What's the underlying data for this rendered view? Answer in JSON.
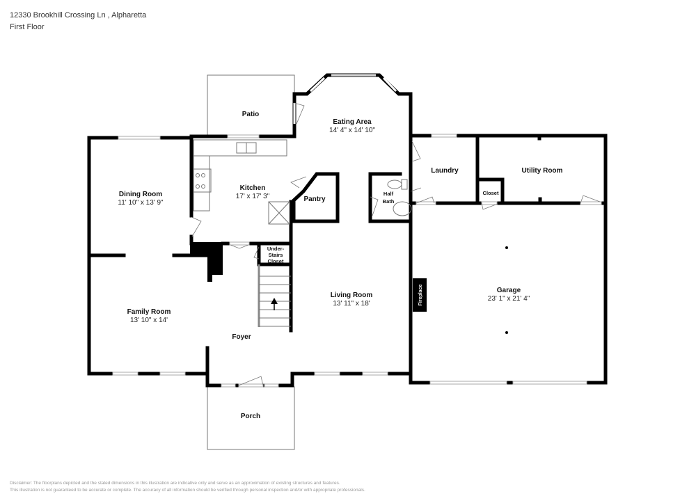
{
  "header": {
    "address": "12330 Brookhill Crossing Ln , Alpharetta",
    "floor": "First Floor"
  },
  "rooms": {
    "patio": {
      "name": "Patio"
    },
    "eating_area": {
      "name": "Eating Area",
      "dims": "14' 4\" x 14' 10\""
    },
    "dining_room": {
      "name": "Dining Room",
      "dims": "11' 10\" x 13' 9\""
    },
    "kitchen": {
      "name": "Kitchen",
      "dims": "17' x 17' 3\""
    },
    "pantry": {
      "name": "Pantry"
    },
    "half_bath": {
      "name_line1": "Half",
      "name_line2": "Bath"
    },
    "laundry": {
      "name": "Laundry"
    },
    "utility_room": {
      "name": "Utility Room"
    },
    "closet": {
      "name": "Closet"
    },
    "under_stairs_closet": {
      "line1": "Under-",
      "line2": "Stairs",
      "line3": "Closet"
    },
    "family_room": {
      "name": "Family Room",
      "dims": "13' 10\" x 14'"
    },
    "living_room": {
      "name": "Living Room",
      "dims": "13' 11\" x 18'"
    },
    "foyer": {
      "name": "Foyer"
    },
    "garage": {
      "name": "Garage",
      "dims": "23' 1\" x 21' 4\""
    },
    "porch": {
      "name": "Porch"
    },
    "fireplace": {
      "name": "Fireplace"
    }
  },
  "disclaimer": {
    "line1": "Disclaimer: The floorplans depicted and the stated dimensions in this illustration are indicative only and serve as an approximation of existing structures and features.",
    "line2": "This illustration is not guaranteed to be accurate or complete. The accuracy of all information should be verified through personal inspection and/or with appropriate professionals."
  },
  "icons": {
    "stairs_direction": "arrow-up"
  }
}
